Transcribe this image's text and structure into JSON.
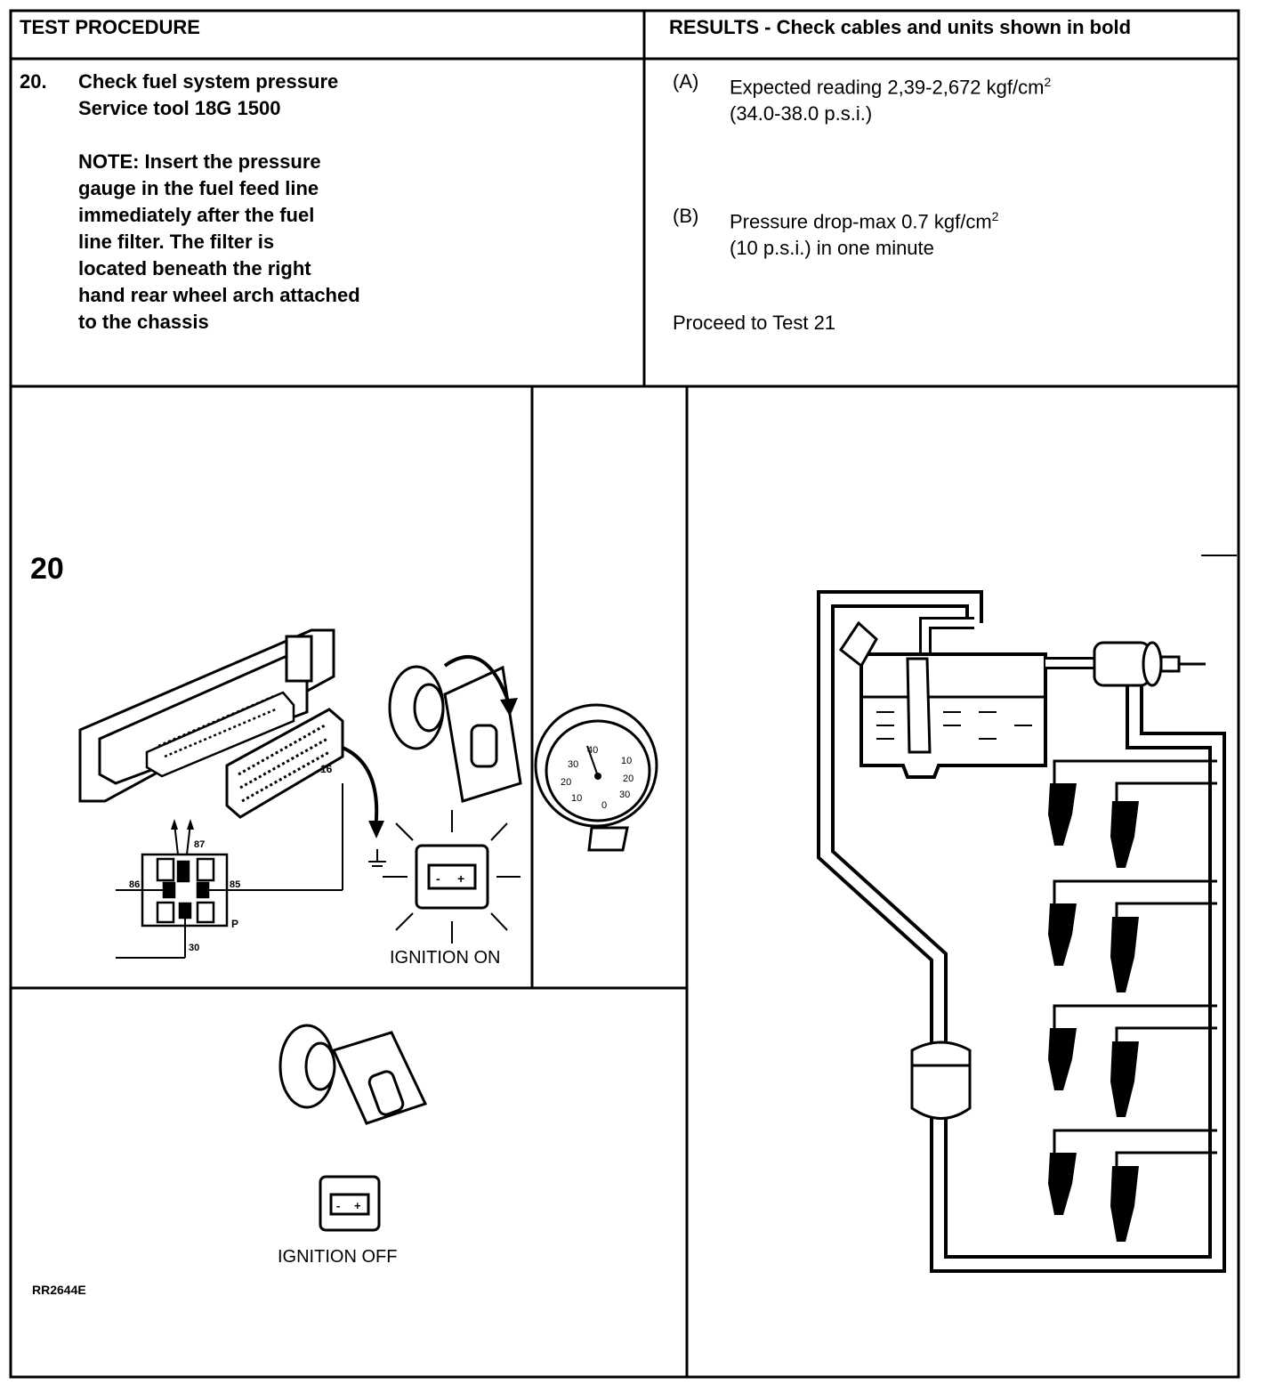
{
  "header": {
    "left": "TEST PROCEDURE",
    "right": "RESULTS - Check cables and units shown in bold"
  },
  "procedure": {
    "number": "20.",
    "title_line1": "Check fuel system pressure",
    "title_line2": "Service tool 18G 1500",
    "note_lines": [
      "NOTE: Insert the pressure",
      "gauge in the fuel feed line",
      "immediately after the fuel",
      "line filter. The filter is",
      "located beneath the right",
      "hand rear wheel arch attached",
      "to the chassis"
    ]
  },
  "results": {
    "a_label": "(A)",
    "a_line1": "Expected reading 2,39-2,672 kgf/cm",
    "a_sup": "2",
    "a_line2": "(34.0-38.0 p.s.i.)",
    "b_label": "(B)",
    "b_line1": "Pressure drop-max 0.7 kgf/cm",
    "b_sup": "2",
    "b_line2": "(10 p.s.i.) in one minute",
    "proceed": "Proceed to Test 21"
  },
  "diagram": {
    "test_number": "20",
    "pin_16": "16",
    "relay_87": "87",
    "relay_86": "86",
    "relay_85": "85",
    "relay_30": "30",
    "relay_p": "P",
    "ignition_on": "IGNITION ON",
    "ignition_off": "IGNITION OFF",
    "figure_code": "RR2644E",
    "gauge_numbers": [
      "30",
      "40",
      "20",
      "10",
      "0",
      "10",
      "20",
      "30"
    ]
  }
}
